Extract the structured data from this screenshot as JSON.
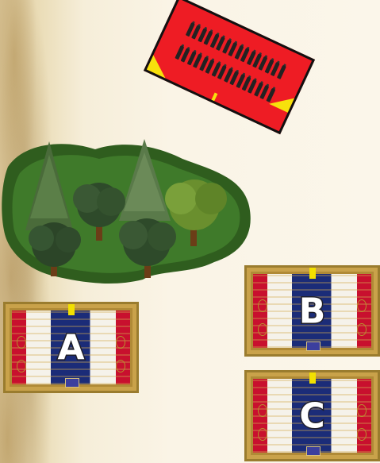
{
  "board": {
    "background_color": "#faf4e6",
    "unit_color": "#ee1c24",
    "accent_color": "#f7e10c"
  },
  "unit": {
    "type": "infantry-battalion",
    "soldiers_per_row": 16,
    "rows": 2
  },
  "terrain": {
    "type": "woods"
  },
  "flags": [
    {
      "id": "A",
      "letter": "A"
    },
    {
      "id": "B",
      "letter": "B"
    },
    {
      "id": "C",
      "letter": "C"
    }
  ]
}
